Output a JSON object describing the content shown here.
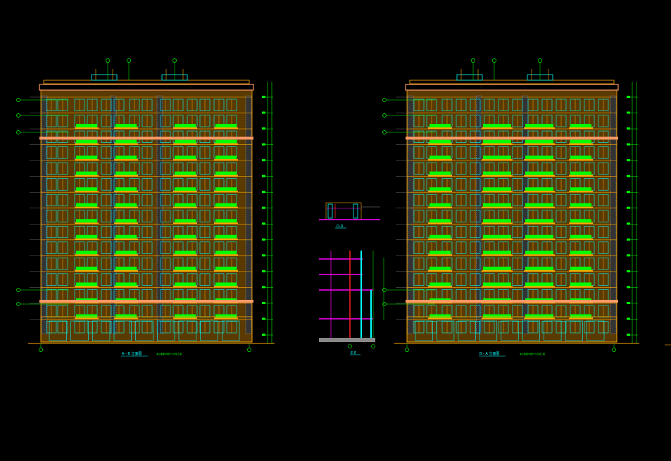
{
  "drawings": {
    "left_elevation": {
      "title": "A - B 立面图",
      "note": "本立面图详细尺寸见施工图"
    },
    "right_elevation": {
      "title": "B - A 立面图",
      "note": "本立面图详细尺寸见施工图"
    },
    "section_top": {
      "title": "D-D"
    },
    "section_bottom": {
      "title": "E-E"
    }
  },
  "colors": {
    "background": "#000000",
    "wall": "#ffaa00",
    "wall_dark": "#5a3a00",
    "balcony": "#00ff00",
    "window": "#00ffff",
    "stone": "#8c8c8c",
    "cornice": "#ff9966",
    "dimension": "#00ff00",
    "section_slab": "#ff00ff",
    "section_red": "#ff2020",
    "ground": "#ff66ff"
  },
  "floors": 15
}
